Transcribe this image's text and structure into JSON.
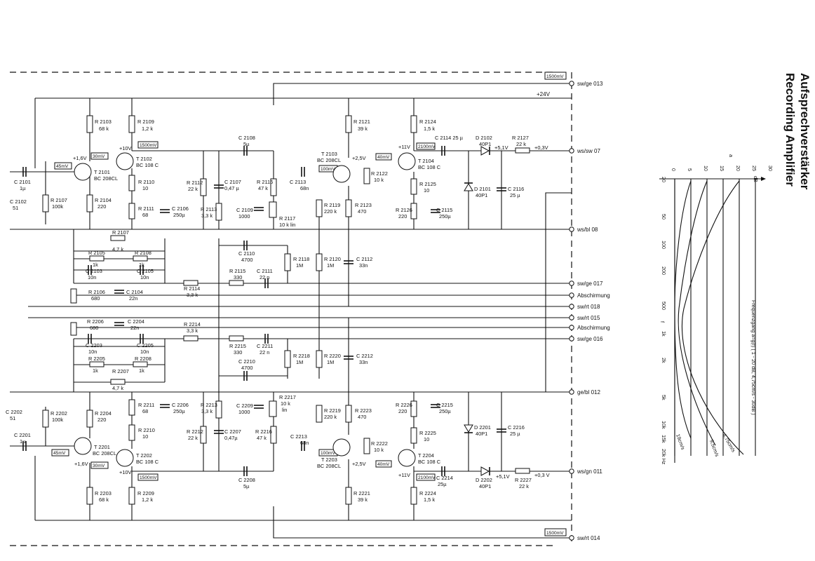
{
  "title_de": "Aufsprechverstärker",
  "title_en": "Recording Amplifier",
  "frequency_chart": {
    "caption": "Frequenzgang a=g(f) ( 1 - 20 dB, 4,75cm/s - 30dB )",
    "y_axis_unit": "dB",
    "y_axis_symbol": "a",
    "y_ticks": [
      "0",
      "5",
      "10",
      "15",
      "20",
      "25",
      "30"
    ],
    "x_axis_symbol": "f",
    "x_ticks": [
      "20",
      "50",
      "100",
      "200",
      "500",
      "1k",
      "2k",
      "5k",
      "10k",
      "15k",
      "20k Hz"
    ],
    "curve_labels": [
      "19cm/s",
      "9,5cm/s",
      "4,75cm/s"
    ]
  },
  "terminals": {
    "t013": "sw/ge 013",
    "p24": "+24V",
    "t07": "ws/sw 07",
    "t08": "ws/bl 08",
    "t017": "sw/ge 017",
    "abs1": "Abschirmung",
    "t018": "sw/rt 018",
    "t015": "sw/rt 015",
    "abs2": "Abschirmung",
    "t016": "sw/ge 016",
    "t012": "ge/bl 012",
    "t011": "ws/gn 011",
    "t014": "sw/rt 014"
  },
  "boxes": {
    "b1500_top": "1500mV",
    "b1500_bot": "1500mV",
    "b30_top": "30mV",
    "b45_top": "45mV",
    "b1500_t2102": "1500mV",
    "b100_top": "100mV",
    "b40_top": "40mV",
    "b2100_top": "2100mV",
    "b30_bot": "30mV",
    "b45_bot": "45mV",
    "b1500_t2202": "1500mV",
    "b100_bot": "100mV",
    "b40_bot": "40mV",
    "b2100_bot": "2100mV"
  },
  "upper": {
    "R2103": [
      "R 2103",
      "68 k"
    ],
    "R2109": [
      "R 2109",
      "1,2 k"
    ],
    "R2121": [
      "R 2121",
      "39 k"
    ],
    "R2124": [
      "R 2124",
      "1,5 k"
    ],
    "v16": "+1,6V",
    "v10": "+10V",
    "v25": "+2,5V",
    "v11": "+11V",
    "T2101": [
      "T 2101",
      "BC 208CL"
    ],
    "T2102": [
      "T 2102",
      "BC 108 C"
    ],
    "T2103": [
      "T 2103",
      "BC 208CL"
    ],
    "T2104": [
      "T 2104",
      "BC 108 C"
    ],
    "C2108": [
      "C 2108",
      "5µ"
    ],
    "C2114": [
      "C 2114 25 µ"
    ],
    "D2102": [
      "D 2102",
      "40P1"
    ],
    "v51": "+5,1V",
    "R2127": [
      "R 2127",
      "22 k"
    ],
    "v03": "+0,3V",
    "C2101": [
      "C 2101",
      "1µ"
    ],
    "R2107a": [
      "R 2107",
      "100k"
    ],
    "C2102": [
      "C 2102",
      "51"
    ],
    "R2104": [
      "R 2104",
      "220"
    ],
    "R2110": [
      "R 2110",
      "10"
    ],
    "R2111": [
      "R 2111",
      "68"
    ],
    "C2106": [
      "C 2106",
      "250µ"
    ],
    "R2112": [
      "R 2112",
      "22 k"
    ],
    "C2107": [
      "C 2107",
      "0,47 µ"
    ],
    "R2113": [
      "R 2113",
      "3,3 k"
    ],
    "C2109": [
      "C 2109",
      "1000"
    ],
    "R2116": [
      "R 2116",
      "47 k"
    ],
    "R2117": [
      "R 2117",
      "10 k lin"
    ],
    "C2113": [
      "C 2113",
      "68n"
    ],
    "R2122": [
      "R 2122",
      "10 k"
    ],
    "R2119": [
      "R 2119",
      "220 k"
    ],
    "R2123": [
      "R 2123",
      "470"
    ],
    "R2125": [
      "R 2125",
      "10"
    ],
    "R2126": [
      "R 2126",
      "220"
    ],
    "C2115": [
      "C 2115",
      "250µ"
    ],
    "D2101": [
      "D 2101",
      "40P1"
    ],
    "C2116": [
      "C 2116",
      "25 µ"
    ],
    "R2107b": [
      "R 2107",
      "4,7 k"
    ],
    "R2105": [
      "R 2105",
      "1k"
    ],
    "R2108": [
      "R 2108",
      "1k"
    ],
    "C2103": [
      "C 2103",
      "10n"
    ],
    "C2105": [
      "C 2105",
      "10n"
    ],
    "C2110": [
      "C 2110",
      "4700"
    ],
    "R2118": [
      "R 2118",
      "1M"
    ],
    "R2120": [
      "R 2120",
      "1M"
    ],
    "C2112": [
      "C 2112",
      "33n"
    ],
    "R2115": [
      "R 2115",
      "330"
    ],
    "C2111": [
      "C 2111",
      "22 n"
    ],
    "R2106": [
      "R 2106",
      "680"
    ],
    "C2104": [
      "C 2104",
      "22n"
    ],
    "R2114": [
      "R 2114",
      "3,3 k"
    ]
  },
  "lower": {
    "R2206": [
      "R 2206",
      "680"
    ],
    "C2204": [
      "C 2204",
      "22n"
    ],
    "R2214": [
      "R 2214",
      "3,3 k"
    ],
    "C2203": [
      "C 2203",
      "10n"
    ],
    "C2205": [
      "C 2205",
      "10n"
    ],
    "R2215": [
      "R 2215",
      "330"
    ],
    "C2211": [
      "C 2211",
      "22 n"
    ],
    "R2218": [
      "R 2218",
      "1M"
    ],
    "R2220": [
      "R 2220",
      "1M"
    ],
    "C2212": [
      "C 2212",
      "33n"
    ],
    "R2205": [
      "R 2205",
      "1k"
    ],
    "R2207a": [
      "R 2207",
      "4,7 k"
    ],
    "R2208": [
      "R 2208",
      "1k"
    ],
    "C2210": [
      "C 2210",
      "4700"
    ],
    "C2202": [
      "C 2202",
      "51"
    ],
    "R2202": [
      "R 2202",
      "100k"
    ],
    "R2204": [
      "R 2204",
      "220"
    ],
    "R2211": [
      "R 2211",
      "68"
    ],
    "C2206": [
      "C 2206",
      "250µ"
    ],
    "R2213": [
      "R 2213",
      "3,3 k"
    ],
    "C2209": [
      "C 2209",
      "1000"
    ],
    "R2217": [
      "R 2217",
      "10 k",
      "lin"
    ],
    "R2219": [
      "R 2219",
      "220 k"
    ],
    "R2223": [
      "R 2223",
      "470"
    ],
    "R2226": [
      "R 2226",
      "220"
    ],
    "C2215": [
      "C 2215",
      "250µ"
    ],
    "D2201": [
      "D 2201",
      "40P1"
    ],
    "C2216": [
      "C 2216",
      "25 µ"
    ],
    "R2210": [
      "R 2210",
      "10"
    ],
    "R2212": [
      "R 2212",
      "22 k"
    ],
    "C2207": [
      "C 2207",
      "0,47µ"
    ],
    "R2216": [
      "R 2216",
      "47 k"
    ],
    "C2213": [
      "C 2213",
      "68n"
    ],
    "R2222": [
      "R 2222",
      "10 k"
    ],
    "R2225": [
      "R 2225",
      "10"
    ],
    "C2201": [
      "C 2201",
      "1µ"
    ],
    "T2201": [
      "T 2201",
      "BC 208CL"
    ],
    "T2202": [
      "T 2202",
      "BC 108 C"
    ],
    "T2203": [
      "T 2203",
      "BC 208CL"
    ],
    "T2204": [
      "T 2204",
      "BC 108 C"
    ],
    "v16": "+1,6V",
    "v10": "+10V",
    "v25": "+2,5V",
    "v11": "+11V",
    "v51": "+5,1V",
    "v03": "+0,3 V",
    "C2208": [
      "C 2208",
      "5µ"
    ],
    "C2214": [
      "C 2214",
      "25µ"
    ],
    "D2202": [
      "D 2202",
      "40P1"
    ],
    "R2227": [
      "R 2227",
      "22 k"
    ],
    "R2203": [
      "R 2203",
      "68 k"
    ],
    "R2209": [
      "R 2209",
      "1,2 k"
    ],
    "R2221": [
      "R 2221",
      "39 k"
    ],
    "R2224": [
      "R 2224",
      "1,5 k"
    ]
  }
}
